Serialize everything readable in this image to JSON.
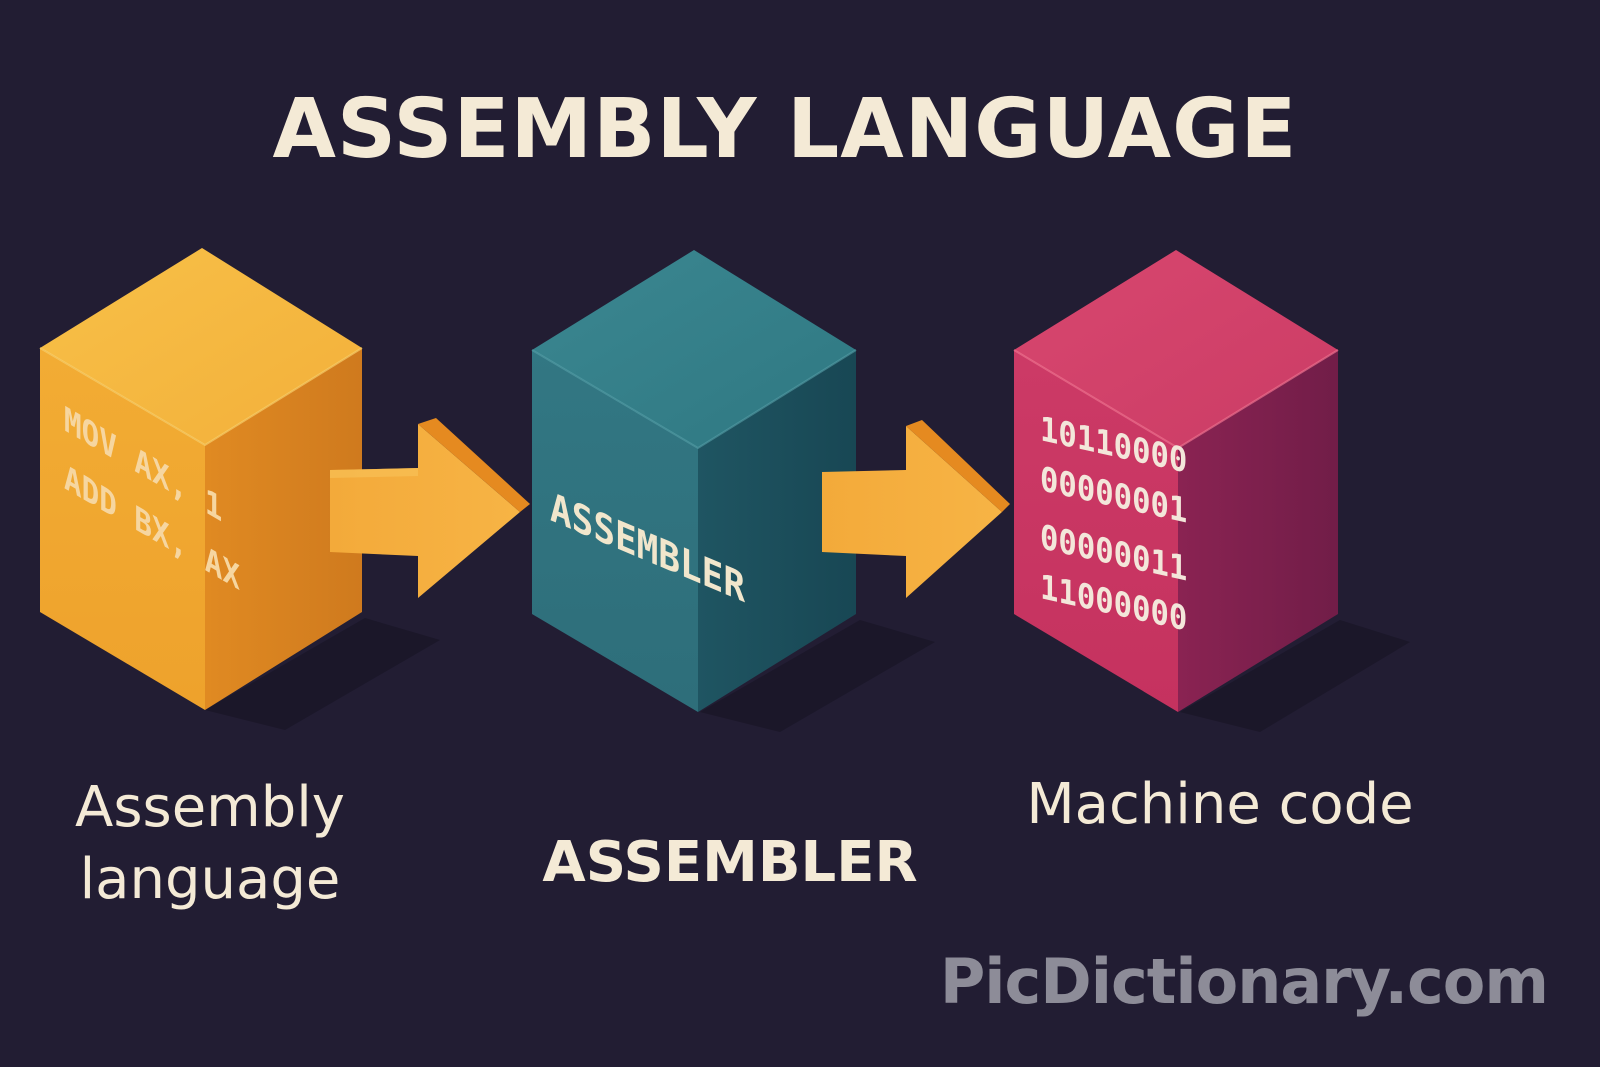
{
  "title": "ASSEMBLY LANGUAGE",
  "colors": {
    "background": "#221d33",
    "text": "#f4ead6",
    "assembly_box": "#f0a830",
    "assembler_box": "#2e6e7a",
    "machine_box": "#cc3a66",
    "arrow": "#f2a73a"
  },
  "stages": [
    {
      "label": "Assembly\nlanguage",
      "code_lines": [
        "MOV AX, 1",
        "ADD BX, AX"
      ]
    },
    {
      "label": "ASSEMBLER",
      "box_text": "ASSEMBLER"
    },
    {
      "label": "Machine code",
      "code_lines": [
        "10110000",
        "00000001",
        "00000011",
        "11000000"
      ]
    }
  ],
  "watermark": "PicDictionary.com"
}
